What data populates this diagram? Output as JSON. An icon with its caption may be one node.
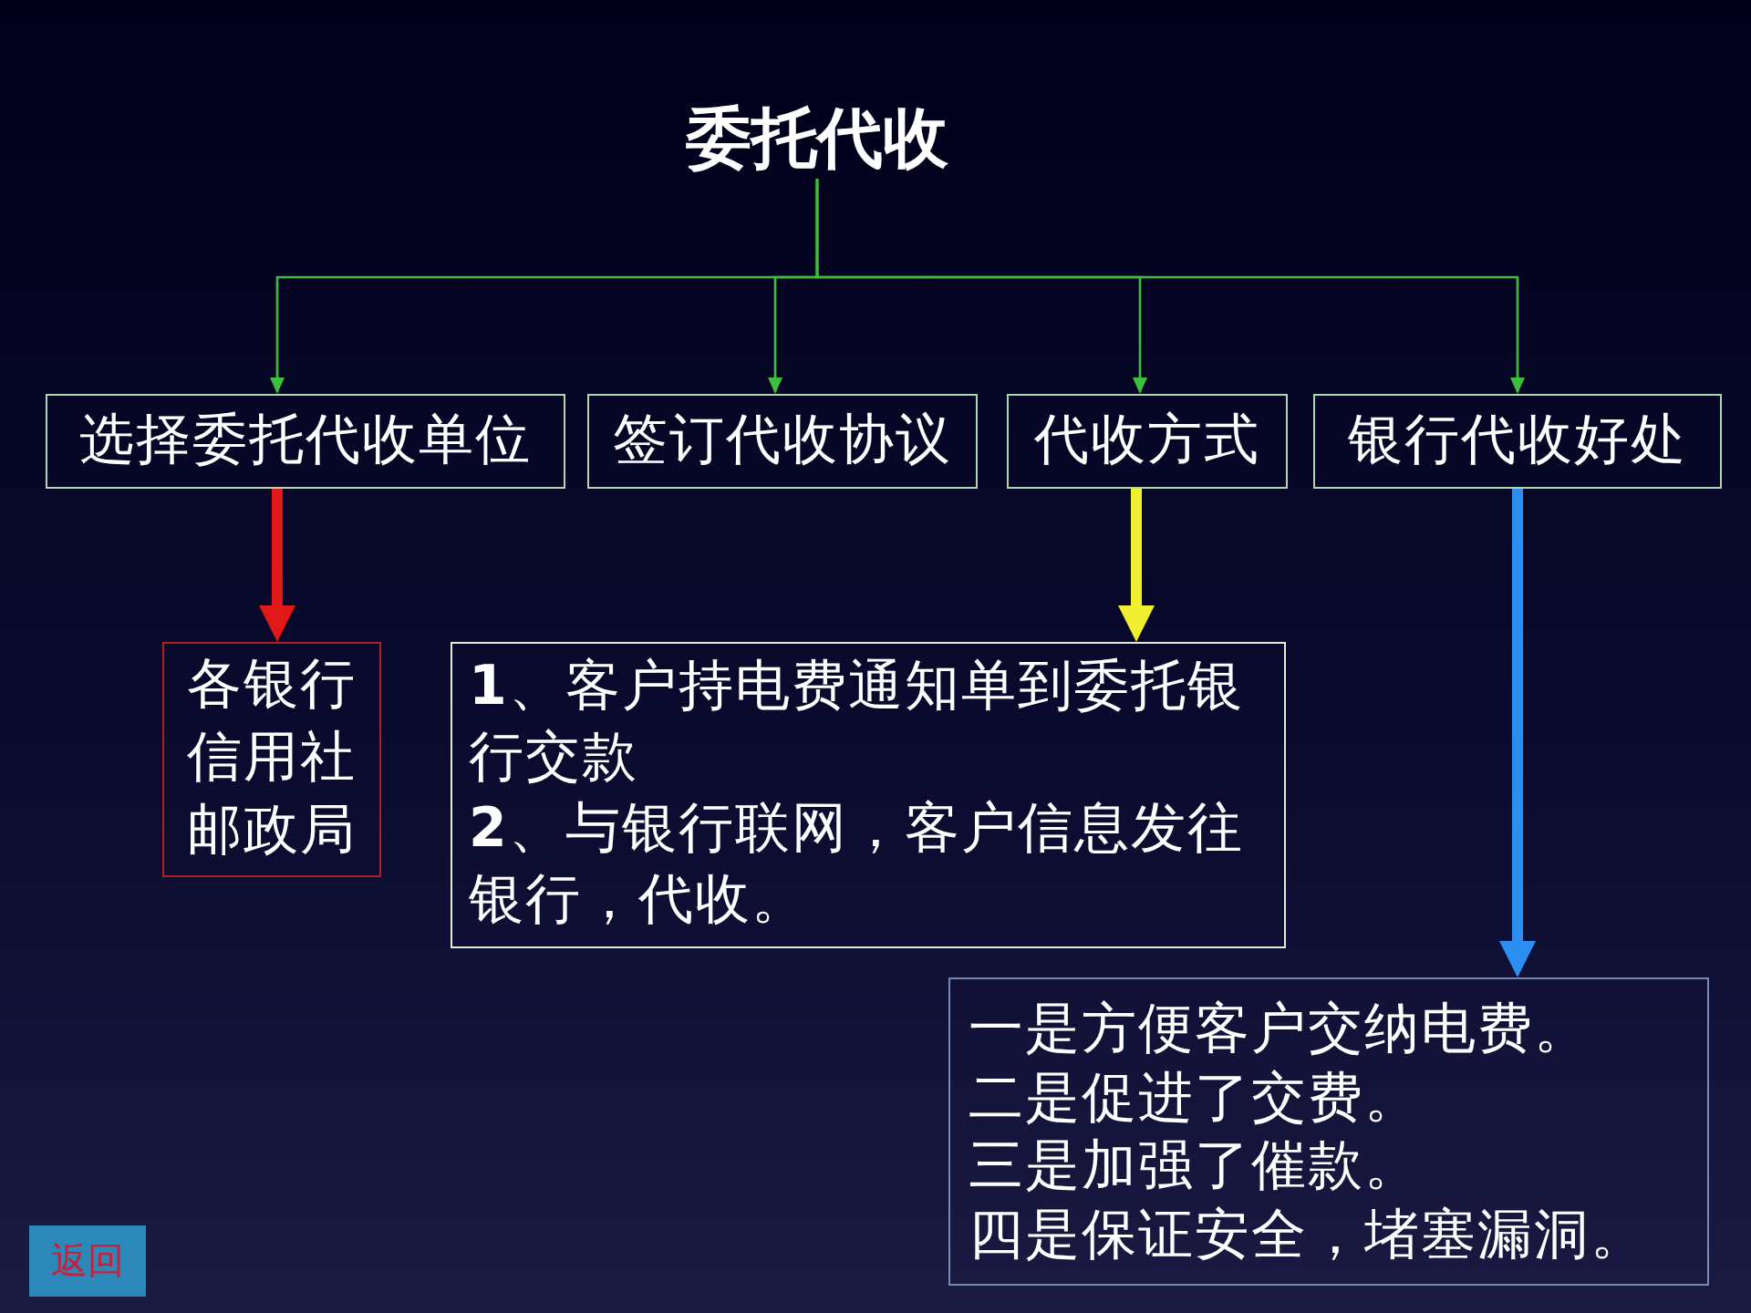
{
  "diagram": {
    "nodes": [
      {
        "text": [
          "委托代收"
        ]
      },
      {
        "text": [
          "选择委托代收单位"
        ]
      },
      {
        "text": [
          "签订代收协议"
        ]
      },
      {
        "text": [
          "代收方式"
        ]
      },
      {
        "text": [
          "银行代收好处"
        ]
      },
      {
        "text": [
          "各银行",
          "信用社",
          "邮政局"
        ]
      },
      {
        "text": [
          "**1**、客户持电费通知单到委托银行交款",
          "**2**、与银行联网，客户信息发往银行，代收。"
        ]
      },
      {
        "text": [
          "一是方便客户交纳电费。",
          "二是促进了交费。",
          "三是加强了催款。",
          "四是保证安全，堵塞漏洞。"
        ]
      },
      {
        "text": [
          "返回"
        ]
      }
    ],
    "edges": [
      {
        "from": 0,
        "to": 1,
        "arrow": "to"
      },
      {
        "from": 0,
        "to": 2,
        "arrow": "to"
      },
      {
        "from": 0,
        "to": 3,
        "arrow": "to"
      },
      {
        "from": 0,
        "to": 4,
        "arrow": "to"
      },
      {
        "from": 1,
        "to": 5,
        "arrow": "to",
        "style": "thick",
        "color": "#e01818"
      },
      {
        "from": 3,
        "to": 6,
        "arrow": "to",
        "style": "thick",
        "color": "#f0f030"
      },
      {
        "from": 4,
        "to": 7,
        "arrow": "to",
        "style": "thick",
        "color": "#2a8ff0"
      }
    ]
  }
}
